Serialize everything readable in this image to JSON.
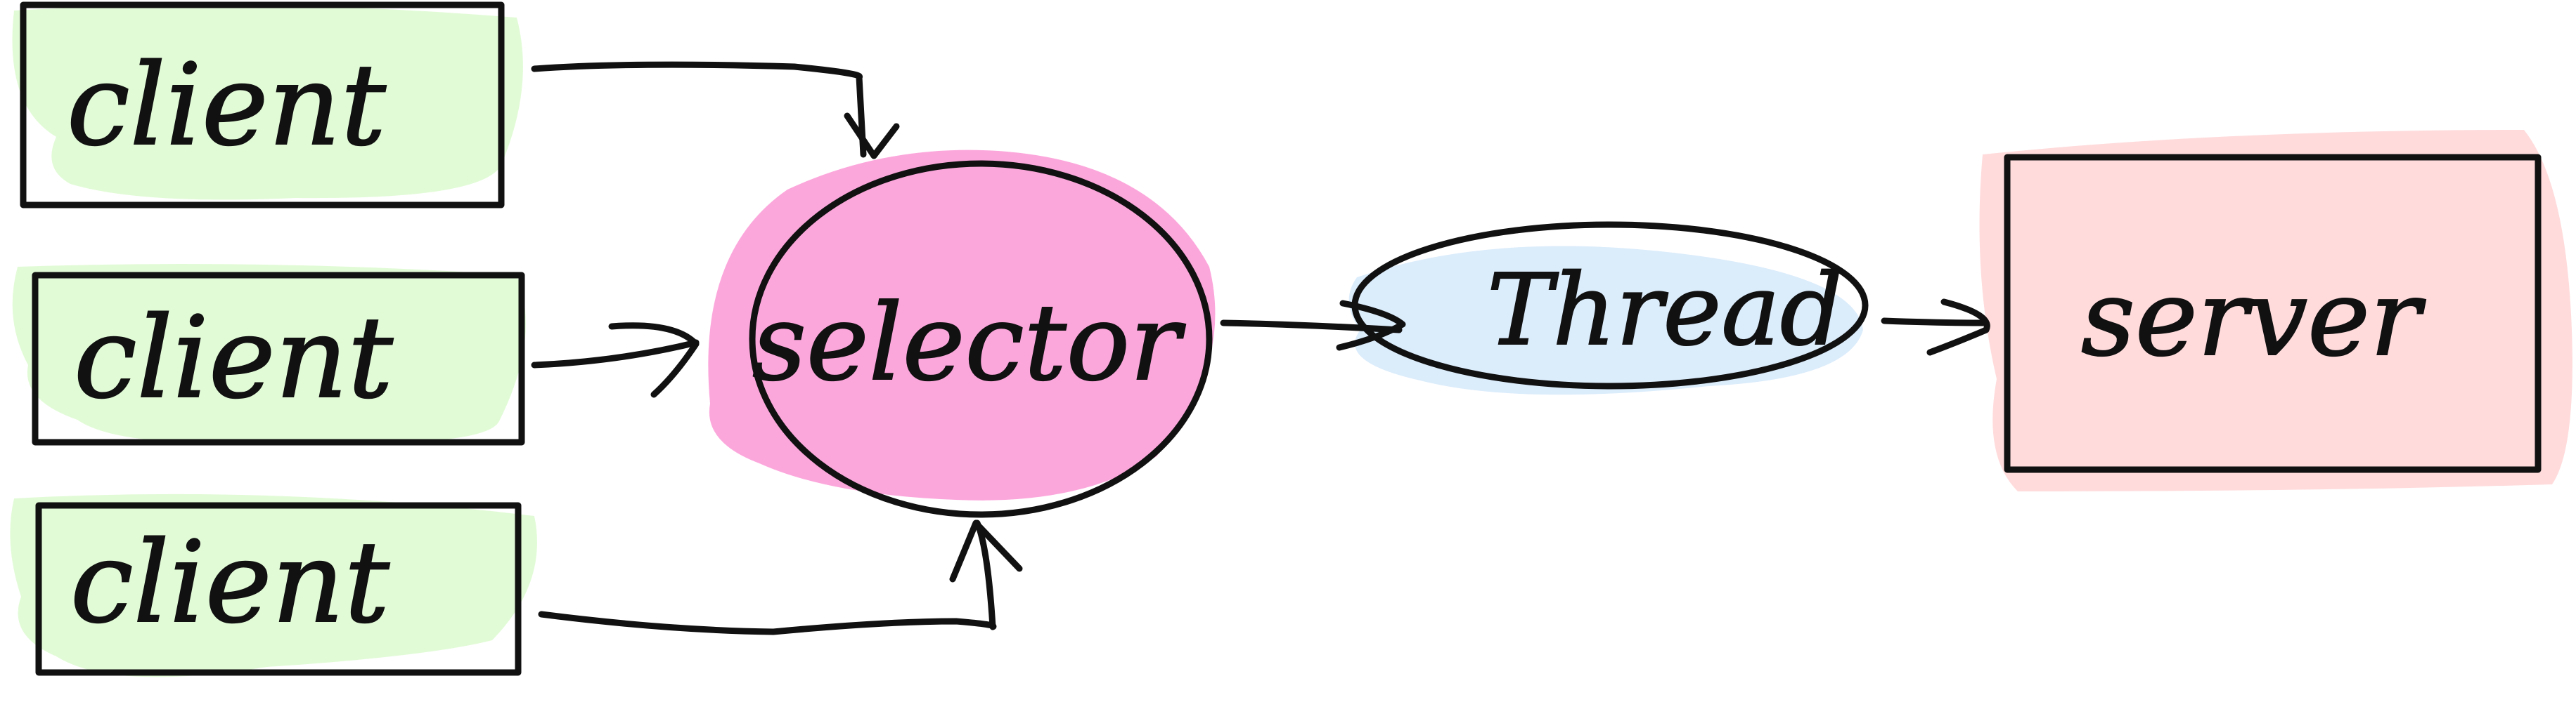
{
  "colors": {
    "client_fill": "#e2fbd7",
    "selector_fill": "#fca7dc",
    "thread_fill": "#dbecfb",
    "server_fill": "#ffdbdc",
    "stroke": "#111111"
  },
  "nodes": {
    "client_1": {
      "label": "client"
    },
    "client_2": {
      "label": "client"
    },
    "client_3": {
      "label": "client"
    },
    "selector": {
      "label": "selector"
    },
    "thread": {
      "label": "Thread"
    },
    "server": {
      "label": "server"
    }
  },
  "edges": [
    {
      "from": "client_1",
      "to": "selector"
    },
    {
      "from": "client_2",
      "to": "selector"
    },
    {
      "from": "client_3",
      "to": "selector"
    },
    {
      "from": "selector",
      "to": "thread"
    },
    {
      "from": "thread",
      "to": "server"
    }
  ]
}
